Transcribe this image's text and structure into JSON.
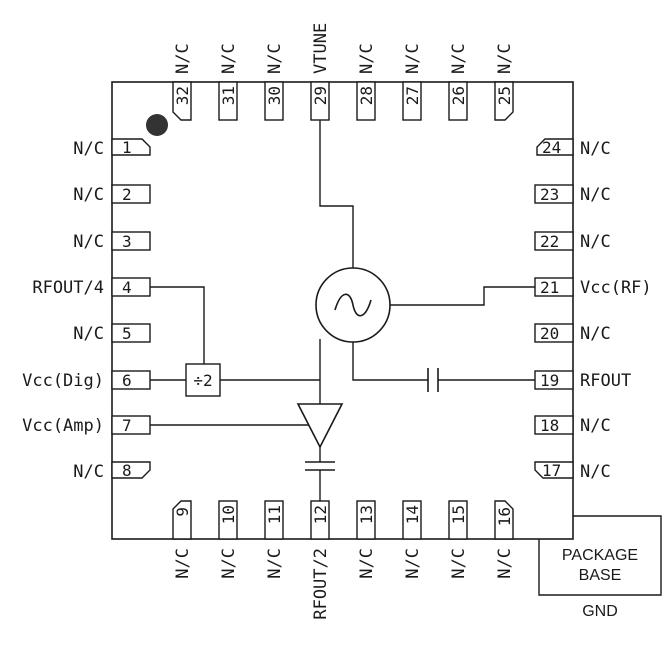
{
  "pins": {
    "p1": {
      "num": "1",
      "name": "N/C"
    },
    "p2": {
      "num": "2",
      "name": "N/C"
    },
    "p3": {
      "num": "3",
      "name": "N/C"
    },
    "p4": {
      "num": "4",
      "name": "RFOUT/4"
    },
    "p5": {
      "num": "5",
      "name": "N/C"
    },
    "p6": {
      "num": "6",
      "name": "Vcc(Dig)"
    },
    "p7": {
      "num": "7",
      "name": "Vcc(Amp)"
    },
    "p8": {
      "num": "8",
      "name": "N/C"
    },
    "p9": {
      "num": "9",
      "name": "N/C"
    },
    "p10": {
      "num": "10",
      "name": "N/C"
    },
    "p11": {
      "num": "11",
      "name": "N/C"
    },
    "p12": {
      "num": "12",
      "name": "RFOUT/2"
    },
    "p13": {
      "num": "13",
      "name": "N/C"
    },
    "p14": {
      "num": "14",
      "name": "N/C"
    },
    "p15": {
      "num": "15",
      "name": "N/C"
    },
    "p16": {
      "num": "16",
      "name": "N/C"
    },
    "p17": {
      "num": "17",
      "name": "N/C"
    },
    "p18": {
      "num": "18",
      "name": "N/C"
    },
    "p19": {
      "num": "19",
      "name": "RFOUT"
    },
    "p20": {
      "num": "20",
      "name": "N/C"
    },
    "p21": {
      "num": "21",
      "name": "Vcc(RF)"
    },
    "p22": {
      "num": "22",
      "name": "N/C"
    },
    "p23": {
      "num": "23",
      "name": "N/C"
    },
    "p24": {
      "num": "24",
      "name": "N/C"
    },
    "p25": {
      "num": "25",
      "name": "N/C"
    },
    "p26": {
      "num": "26",
      "name": "N/C"
    },
    "p27": {
      "num": "27",
      "name": "N/C"
    },
    "p28": {
      "num": "28",
      "name": "N/C"
    },
    "p29": {
      "num": "29",
      "name": "VTUNE"
    },
    "p30": {
      "num": "30",
      "name": "N/C"
    },
    "p31": {
      "num": "31",
      "name": "N/C"
    },
    "p32": {
      "num": "32",
      "name": "N/C"
    }
  },
  "divider": {
    "label": "÷2"
  },
  "package_base": {
    "line1": "PACKAGE",
    "line2": "BASE",
    "ground": "GND"
  }
}
